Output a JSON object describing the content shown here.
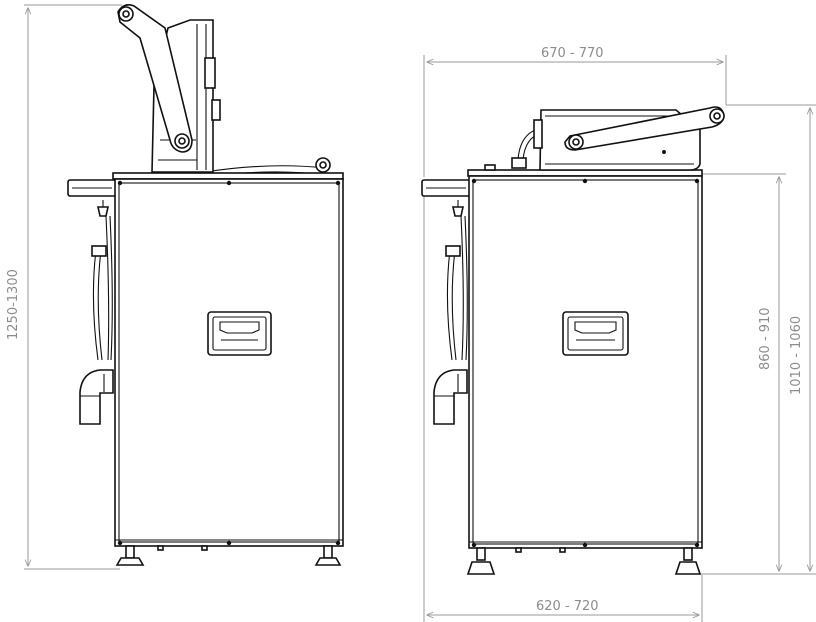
{
  "dimensions": {
    "overall_height": "1250-1300",
    "top_width": "670 - 770",
    "bottom_width": "620 - 720",
    "body_height": "860 - 910",
    "total_height": "1010 - 1060"
  },
  "colors": {
    "line": "#111111",
    "dimension": "#9a9a9a",
    "background": "#ffffff"
  }
}
